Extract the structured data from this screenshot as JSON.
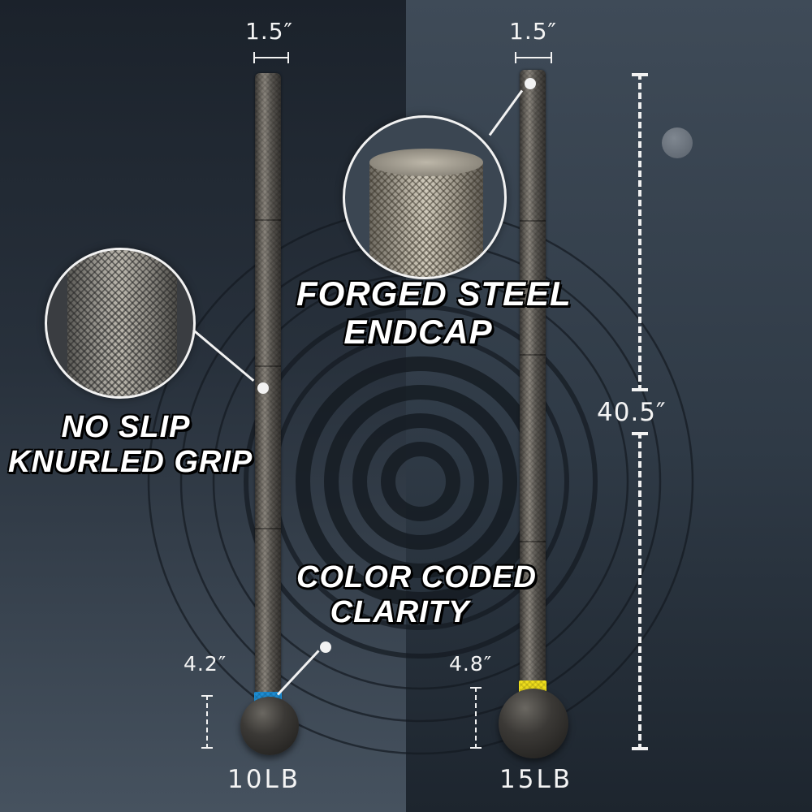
{
  "product": {
    "maces": [
      {
        "weight_label": "10LB",
        "shaft_width_label": "1.5″",
        "ball_diameter_label": "4.2″",
        "band_color": "#1e8fd6"
      },
      {
        "weight_label": "15LB",
        "shaft_width_label": "1.5″",
        "ball_diameter_label": "4.8″",
        "band_color": "#f0df1c"
      }
    ],
    "length_label": "40.5″"
  },
  "callouts": {
    "grip": {
      "line1": "NO SLIP",
      "line2": "KNURLED GRIP"
    },
    "endcap": {
      "line1": "FORGED STEEL",
      "line2": "ENDCAP"
    },
    "color": {
      "line1": "COLOR CODED",
      "line2": "CLARITY"
    }
  },
  "theme": {
    "left_background": "#232b35",
    "right_background": "#3a4551",
    "ring_color": "#141a21",
    "text_color": "#ffffff"
  }
}
